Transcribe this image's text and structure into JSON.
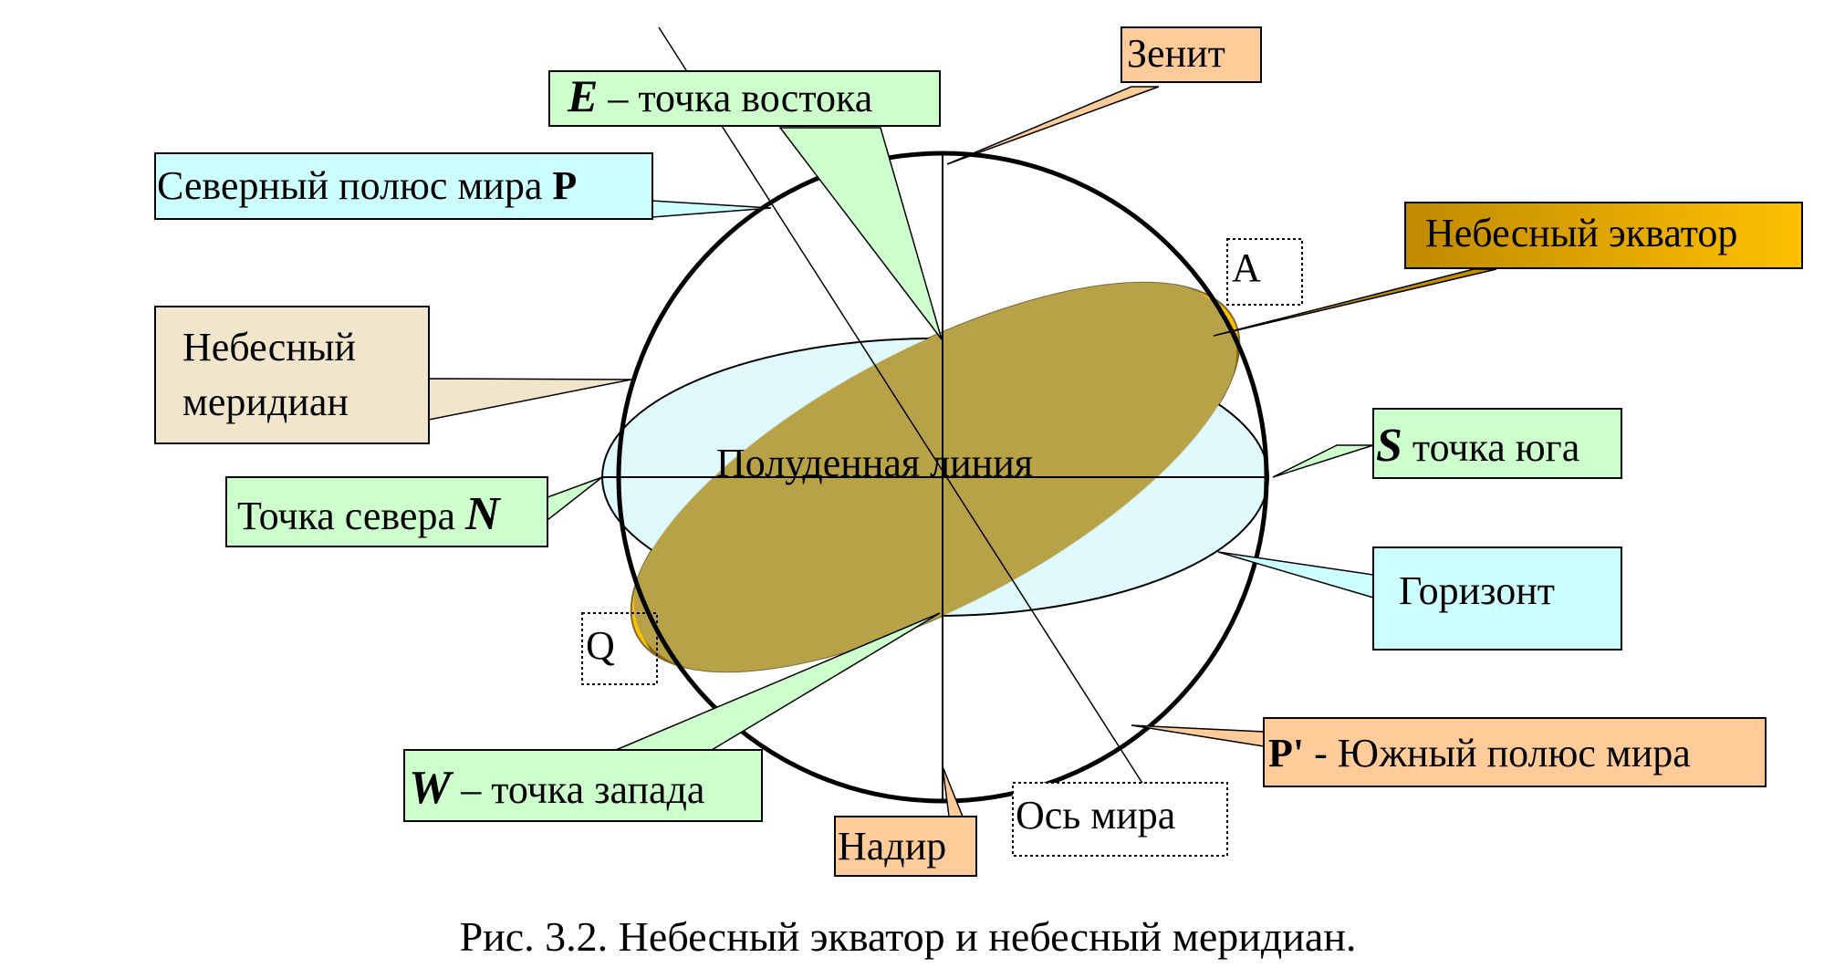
{
  "labels": {
    "zenith": "Зенит",
    "east_letter": "E",
    "east_text": " – точка востока",
    "north_pole_text": "Северный полюс мира  ",
    "north_pole_letter": "P",
    "celestial_equator": "Небесный экватор",
    "point_a": "A",
    "meridian_line1": "Небесный",
    "meridian_line2": "меридиан",
    "south_letter": "S",
    "south_text": "  точка юга",
    "noon_line": "Полуденная   линия",
    "north_text": "Точка севера ",
    "north_letter": "N",
    "horizon": "Горизонт",
    "point_q": "Q",
    "south_pole_letter": "P'",
    "south_pole_text": " - Южный полюс мира",
    "west_letter": "W",
    "west_text": " – точка запада",
    "nadir": "Надир",
    "world_axis": "Ось мира"
  },
  "caption": "Рис. 3.2. Небесный экватор и небесный меридиан.",
  "colors": {
    "peach": "#FFCC99",
    "light_green": "#CCFFCC",
    "light_cyan": "#CCFFFF",
    "beige": "#F1E6CC",
    "gold": "#FFC000",
    "gold_dark": "#B8860B",
    "horizon_fill": "#DDF8FC",
    "equator_overlap": "#B8A248",
    "equator_lower": "#8B6610"
  }
}
